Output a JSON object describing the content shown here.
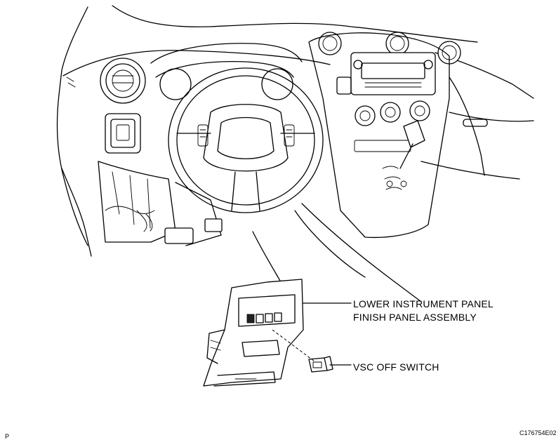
{
  "figure": {
    "callouts": {
      "finish_panel": {
        "line1": "LOWER INSTRUMENT PANEL",
        "line2": "FINISH PANEL ASSEMBLY"
      },
      "vsc_switch": "VSC OFF SWITCH"
    },
    "corner_mark": "P",
    "figure_code": "C176754E02"
  }
}
